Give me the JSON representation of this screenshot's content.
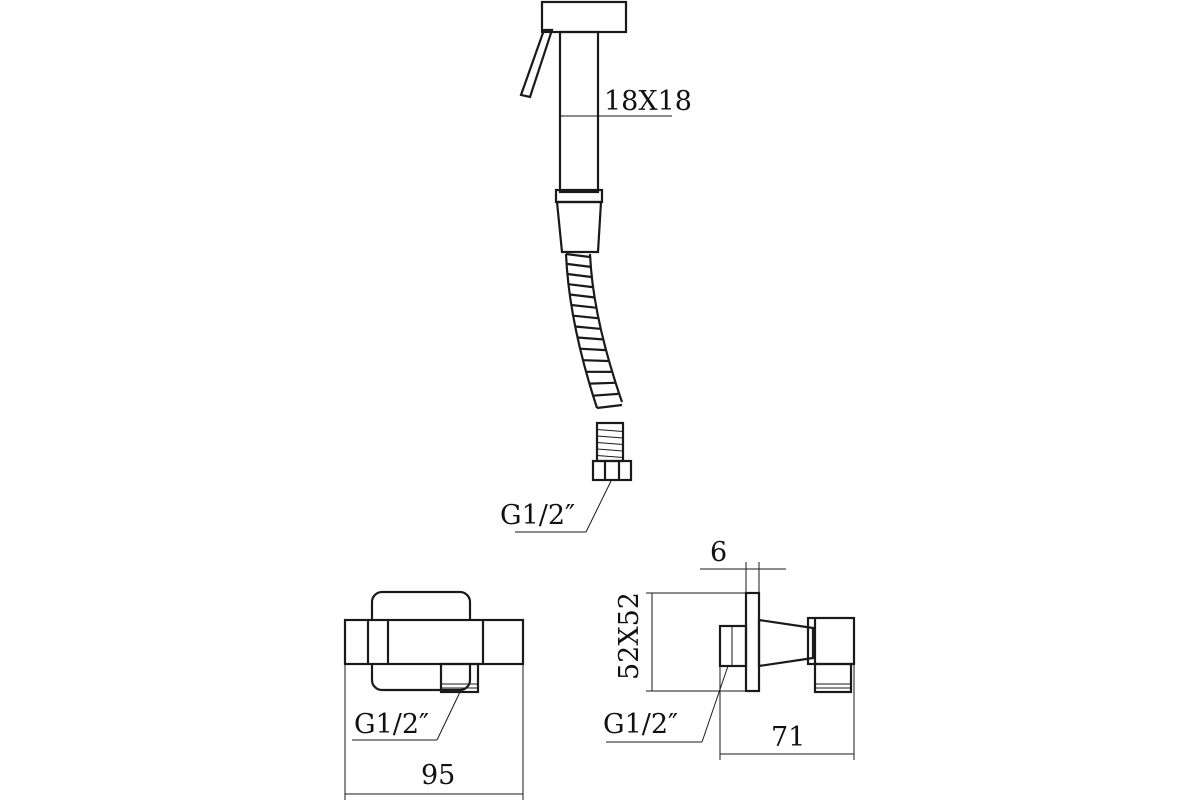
{
  "labels": {
    "handle_tube_section": "18X18",
    "hose_thread": "G1/2″",
    "front_thread": "G1/2″",
    "side_thread": "G1/2″",
    "plate_thickness": "6",
    "plate_size": "52X52",
    "front_width": "95",
    "side_depth": "71"
  }
}
